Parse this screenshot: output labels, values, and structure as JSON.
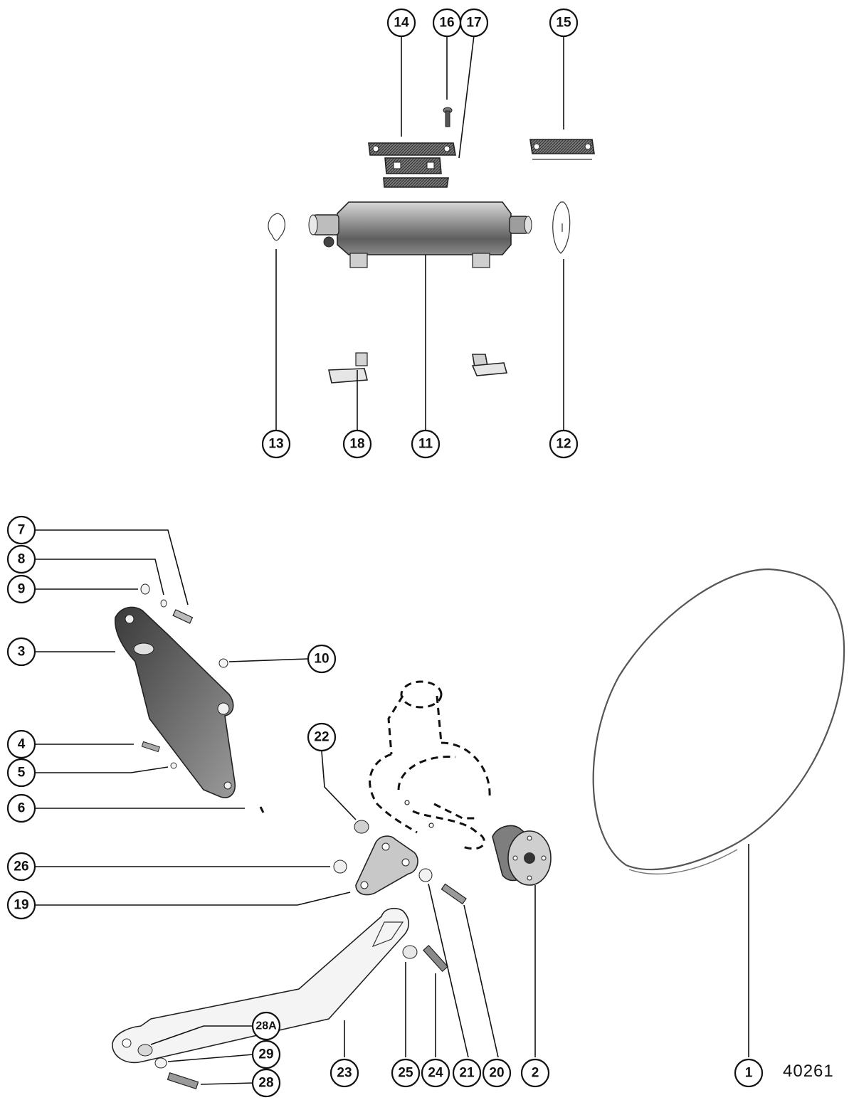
{
  "figure_number": "40261",
  "callouts": {
    "c1": "1",
    "c2": "2",
    "c3": "3",
    "c4": "4",
    "c5": "5",
    "c6": "6",
    "c7": "7",
    "c8": "8",
    "c9": "9",
    "c10": "10",
    "c11": "11",
    "c12": "12",
    "c13": "13",
    "c14": "14",
    "c15": "15",
    "c16": "16",
    "c17": "17",
    "c18": "18",
    "c19": "19",
    "c20": "20",
    "c21": "21",
    "c22": "22",
    "c23": "23",
    "c24": "24",
    "c25": "25",
    "c26": "26",
    "c28": "28",
    "c28a": "28A",
    "c29": "29"
  }
}
